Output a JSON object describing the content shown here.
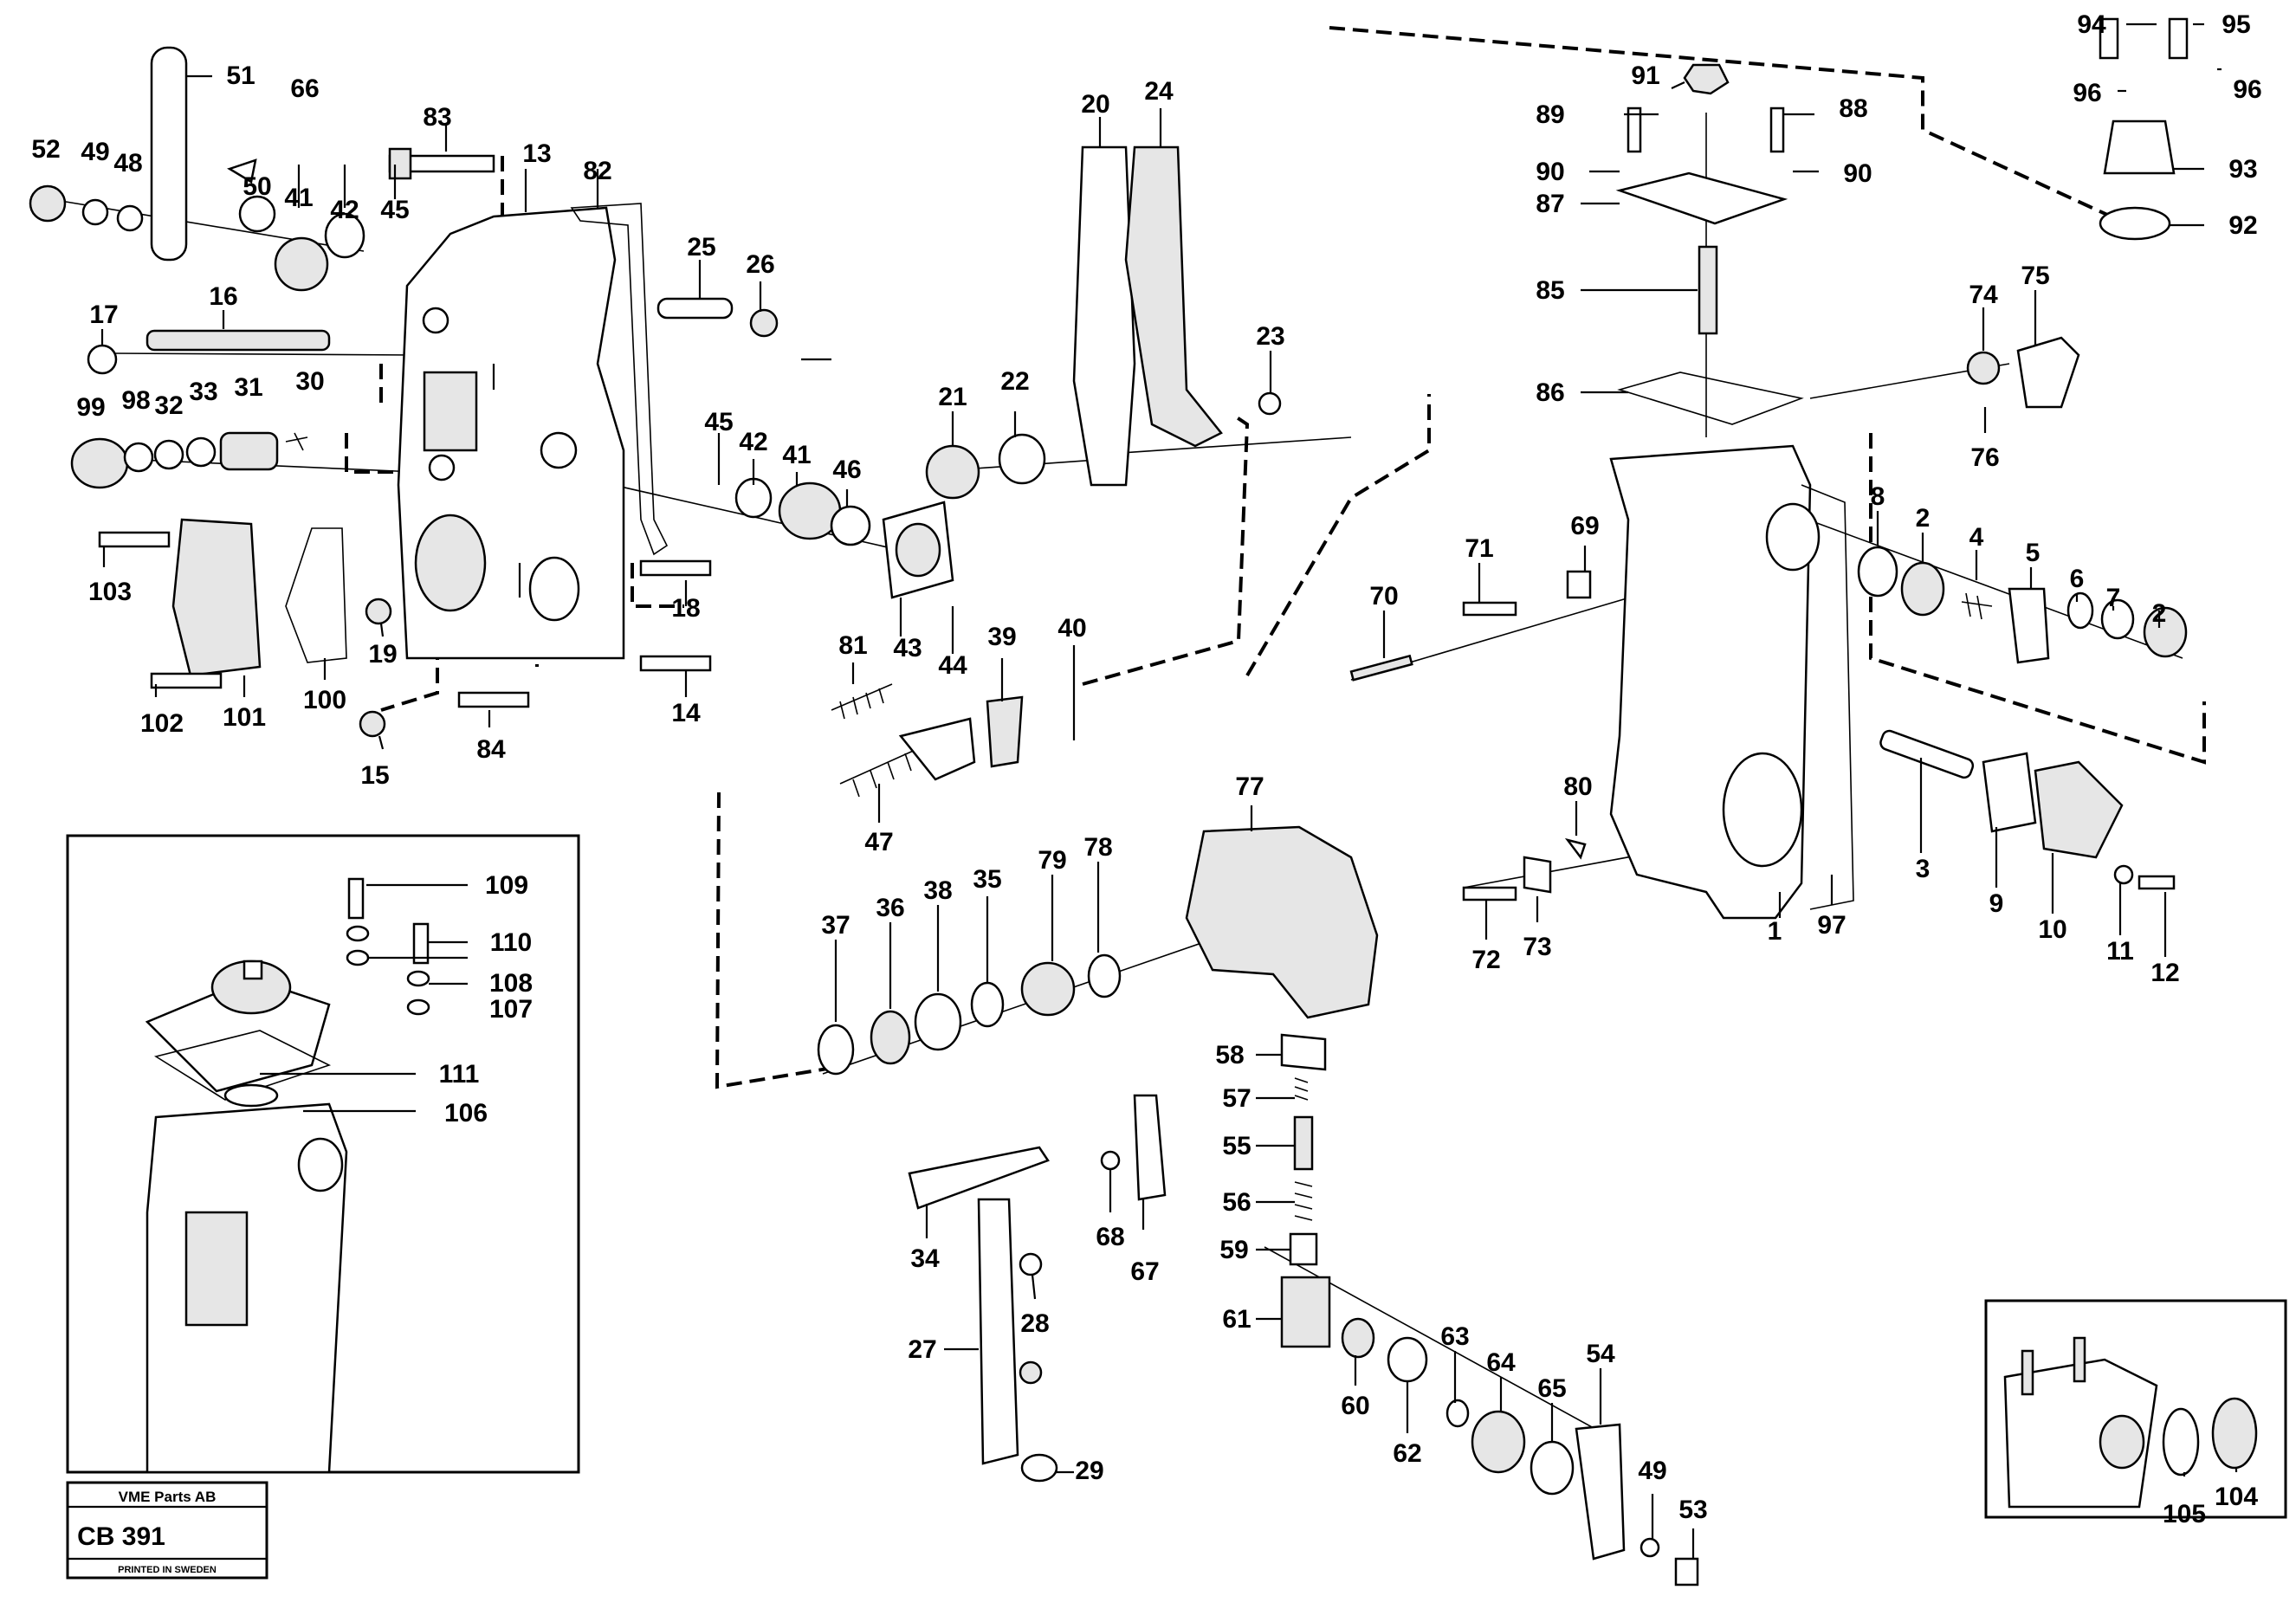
{
  "title_block": {
    "company": "VME Parts AB",
    "code": "CB 391",
    "printed": "PRINTED IN SWEDEN"
  },
  "part_labels": [
    "1",
    "2",
    "2",
    "3",
    "4",
    "5",
    "6",
    "7",
    "8",
    "9",
    "10",
    "11",
    "12",
    "13",
    "14",
    "15",
    "16",
    "17",
    "18",
    "19",
    "20",
    "21",
    "22",
    "23",
    "24",
    "25",
    "26",
    "27",
    "28",
    "29",
    "30",
    "31",
    "32",
    "33",
    "34",
    "35",
    "36",
    "37",
    "38",
    "39",
    "40",
    "41",
    "41",
    "42",
    "42",
    "43",
    "44",
    "45",
    "45",
    "46",
    "47",
    "48",
    "49",
    "49",
    "50",
    "51",
    "52",
    "53",
    "54",
    "55",
    "56",
    "57",
    "58",
    "59",
    "60",
    "61",
    "62",
    "63",
    "64",
    "65",
    "66",
    "67",
    "68",
    "69",
    "70",
    "71",
    "72",
    "73",
    "74",
    "75",
    "76",
    "77",
    "78",
    "79",
    "80",
    "81",
    "82",
    "83",
    "84",
    "85",
    "86",
    "87",
    "88",
    "89",
    "90",
    "90",
    "91",
    "92",
    "93",
    "94",
    "95",
    "96",
    "96",
    "97",
    "98",
    "99",
    "100",
    "101",
    "102",
    "103",
    "104",
    "105",
    "106",
    "107",
    "108",
    "109",
    "110",
    "111"
  ]
}
